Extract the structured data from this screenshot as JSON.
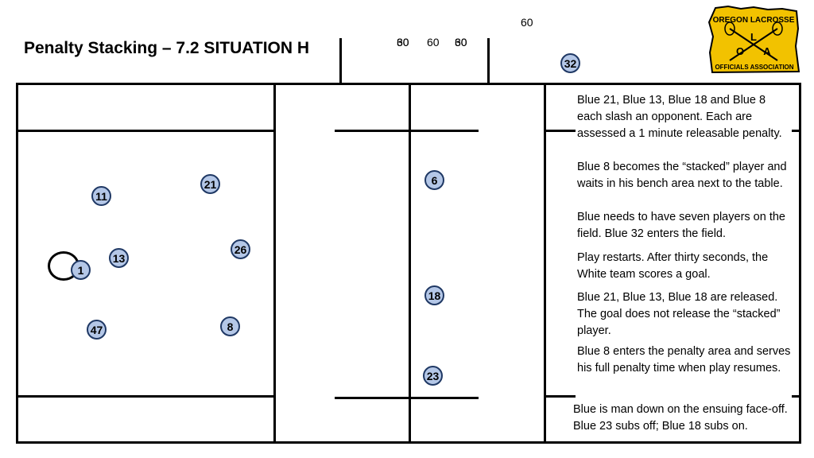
{
  "title": "Penalty Stacking – 7.2 SITUATION H",
  "timers": {
    "top": "60",
    "left": "30",
    "left_overlap": "60",
    "middle": "60",
    "right": "30",
    "right_overlap": "60"
  },
  "logo": {
    "top_text": "OREGON LACROSSE",
    "letters": [
      "L",
      "O",
      "A"
    ],
    "bottom_text": "OFFICIALS ASSOCIATION",
    "colors": {
      "fill": "#f2c200",
      "text": "#000000"
    }
  },
  "players": {
    "bench_sub": "32",
    "p11": "11",
    "p21": "21",
    "p6": "6",
    "p26": "26",
    "p13": "13",
    "p1": "1",
    "p18": "18",
    "p47": "47",
    "p8": "8",
    "p23": "23"
  },
  "notes": [
    "Blue 21, Blue 13, Blue 18 and Blue 8 each slash an opponent. Each are assessed a 1 minute releasable penalty.",
    "Blue 8 becomes the “stacked” player and waits in his bench area next to the table.",
    "Blue needs to have seven players on the field.  Blue 32 enters the field.",
    "Play restarts.  After thirty seconds, the White team scores a goal.",
    "Blue 21, Blue 13, Blue 18 are released. The goal does not release the “stacked” player.",
    "Blue 8 enters the penalty area and serves his full penalty time when play resumes.",
    "Blue is man down on the ensuing face-off. Blue 23 subs off; Blue 18 subs on."
  ],
  "colors": {
    "player_fill": "#b4c7e7",
    "player_border": "#1f3864",
    "logo_yellow": "#f2c200"
  }
}
